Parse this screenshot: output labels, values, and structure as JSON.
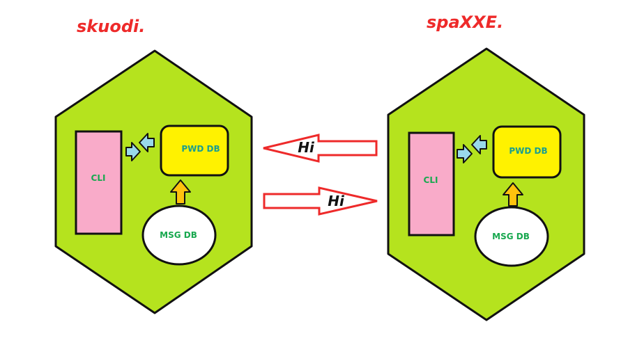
{
  "colors": {
    "hexagon_fill": "#b5e31e",
    "hexagon_stroke": "#111111",
    "cli_fill": "#f9abc9",
    "pwd_fill": "#fff200",
    "msg_fill": "#ffffff",
    "title_color": "#ee2a2a",
    "label_green": "#18a84f",
    "label_teal": "#1a9e8f",
    "small_arrow_fill": "#99d9ea",
    "up_arrow_fill": "#ffc20e",
    "message_arrow_stroke": "#ee2a2a"
  },
  "nodes": [
    {
      "title": "skuodi.",
      "cli_label": "CLI",
      "pwd_label": "PWD DB",
      "msg_label": "MSG DB"
    },
    {
      "title": "spaXXE.",
      "cli_label": "CLI",
      "pwd_label": "PWD DB",
      "msg_label": "MSG DB"
    }
  ],
  "messages": [
    {
      "label": "Hi",
      "direction": "right-to-left"
    },
    {
      "label": "Hi",
      "direction": "left-to-right"
    }
  ]
}
